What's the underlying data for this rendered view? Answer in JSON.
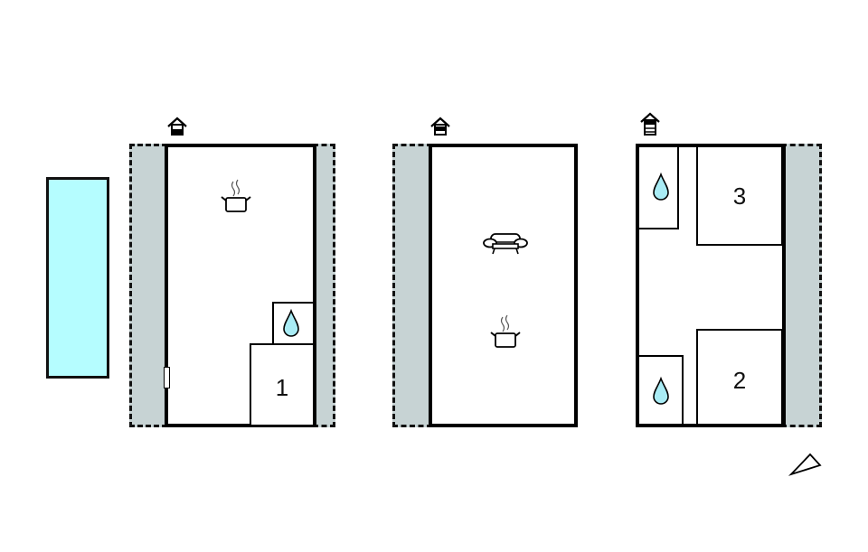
{
  "colors": {
    "wall": "#000000",
    "terrace": "#c7d3d4",
    "pool": "#b5fdff",
    "water_drop": "#a9ecf5",
    "background": "#ffffff"
  },
  "legend_icons": {
    "kitchen": "cooking-pot-icon",
    "living": "sofa-icon",
    "bathroom": "water-drop-icon",
    "floor_ground": "house-ground-floor-icon",
    "floor_first": "house-first-floor-icon",
    "floor_second": "house-second-floor-icon",
    "compass": "north-arrow-icon"
  },
  "plans": [
    {
      "id": "plan-1",
      "floor_icon": "house-ground-floor-icon",
      "rooms": [
        {
          "type": "kitchen",
          "icon": "cooking-pot-icon"
        },
        {
          "type": "bathroom",
          "icon": "water-drop-icon"
        },
        {
          "type": "bedroom",
          "label": "1"
        }
      ],
      "features": [
        "terrace-left",
        "terrace-right",
        "door",
        "pool"
      ]
    },
    {
      "id": "plan-2",
      "floor_icon": "house-first-floor-icon",
      "rooms": [
        {
          "type": "living",
          "icon": "sofa-icon"
        },
        {
          "type": "kitchen",
          "icon": "cooking-pot-icon"
        }
      ],
      "features": [
        "terrace-left"
      ]
    },
    {
      "id": "plan-3",
      "floor_icon": "house-second-floor-icon",
      "rooms": [
        {
          "type": "bathroom",
          "icon": "water-drop-icon"
        },
        {
          "type": "bedroom",
          "label": "3"
        },
        {
          "type": "bathroom",
          "icon": "water-drop-icon"
        },
        {
          "type": "bedroom",
          "label": "2"
        }
      ],
      "features": [
        "terrace-right"
      ]
    }
  ],
  "labels": {
    "bedroom_1": "1",
    "bedroom_2": "2",
    "bedroom_3": "3"
  }
}
